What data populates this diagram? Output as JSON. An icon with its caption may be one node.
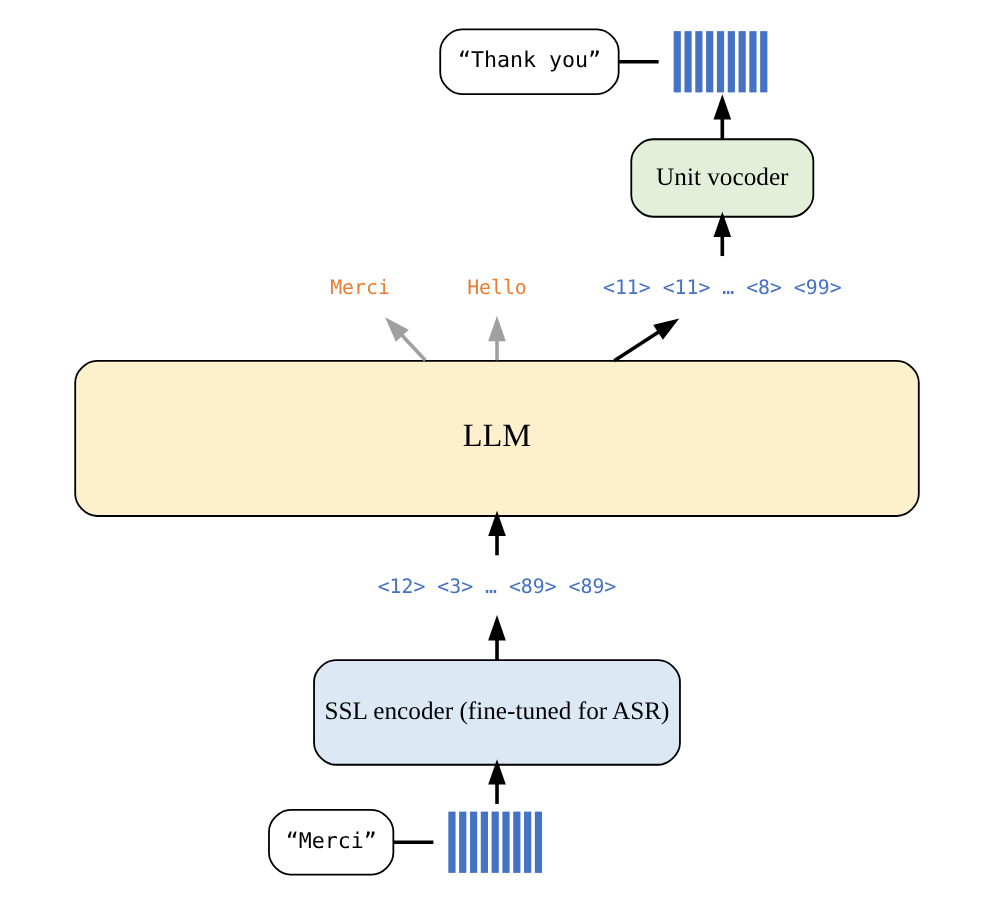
{
  "diagram": {
    "nodes": [
      {
        "text": [],
        "shape": "waveform"
      },
      {
        "text": [
          "“Merci”"
        ]
      },
      {
        "text": [
          "SSL encoder (fine-tuned for ASR)"
        ]
      },
      {
        "text": [
          "<12> <3> … <89> <89>"
        ]
      },
      {
        "text": [
          "LLM"
        ]
      },
      {
        "text": [
          "Merci"
        ]
      },
      {
        "text": [
          "Hello"
        ]
      },
      {
        "text": [
          "<11> <11> … <8> <99>"
        ]
      },
      {
        "text": [
          "Unit vocoder"
        ]
      },
      {
        "text": [],
        "shape": "waveform"
      },
      {
        "text": [
          "“Thank you”"
        ]
      }
    ],
    "edges": [
      {
        "from": 1,
        "to": 0,
        "arrow": "none"
      },
      {
        "from": 0,
        "to": 2,
        "arrow": "to"
      },
      {
        "from": 2,
        "to": 3,
        "arrow": "to"
      },
      {
        "from": 3,
        "to": 4,
        "arrow": "to"
      },
      {
        "from": 4,
        "to": 5,
        "arrow": "to",
        "color": "#a0a0a0"
      },
      {
        "from": 4,
        "to": 6,
        "arrow": "to",
        "color": "#a0a0a0"
      },
      {
        "from": 4,
        "to": 7,
        "arrow": "to"
      },
      {
        "from": 7,
        "to": 8,
        "arrow": "to"
      },
      {
        "from": 8,
        "to": 9,
        "arrow": "to"
      },
      {
        "from": 10,
        "to": 9,
        "arrow": "none"
      }
    ]
  }
}
